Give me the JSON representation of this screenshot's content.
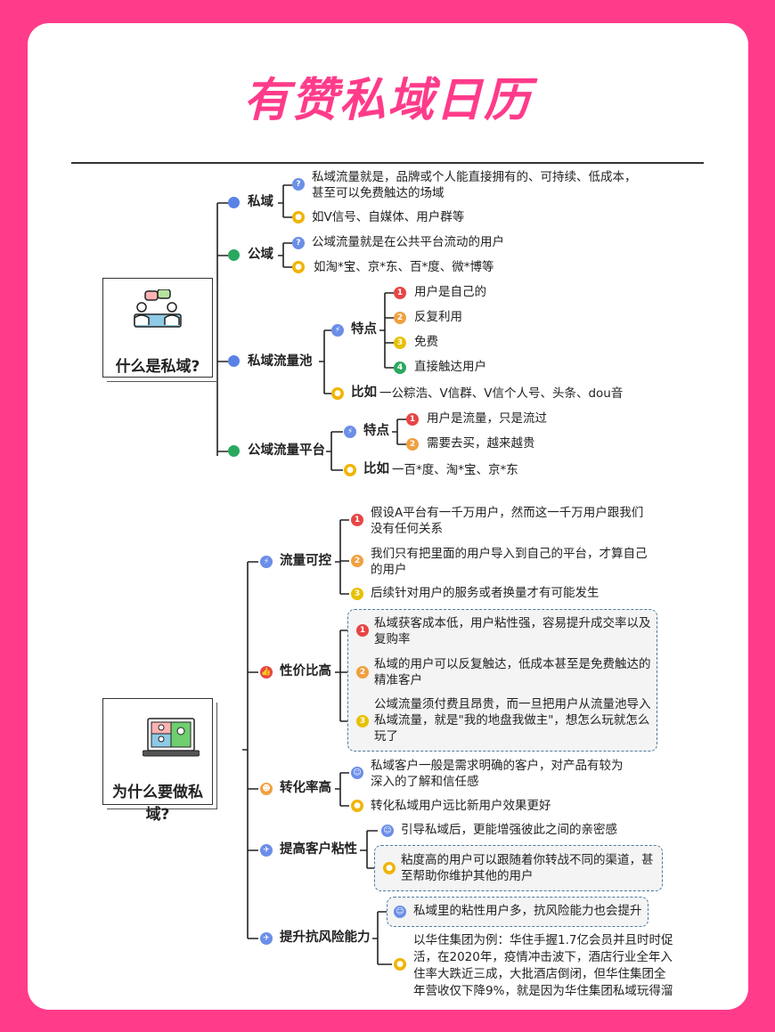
{
  "title": "有赞私域日历",
  "part1": {
    "root": "什么是私域?",
    "siyu": {
      "label": "私域",
      "def_line1": "私域流量就是，品牌或个人能直接拥有的、可持续、低成本，",
      "def_line2": "甚至可以免费触达的场域",
      "example": "如V信号、自媒体、用户群等"
    },
    "gongyu": {
      "label": "公域",
      "def": "公域流量就是在公共平台流动的用户",
      "example": "如淘*宝、京*东、百*度、微*博等"
    },
    "pool": {
      "label": "私域流量池",
      "feature_label": "特点",
      "features": [
        "用户是自己的",
        "反复利用",
        "免费",
        "直接触达用户"
      ],
      "compare_label": "比如",
      "compare": "一公粽浩、V信群、V信个人号、头条、dou音"
    },
    "platform": {
      "label": "公域流量平台",
      "feature_label": "特点",
      "features": [
        "用户是流量，只是流过",
        "需要去买，越来越贵"
      ],
      "compare_label": "比如",
      "compare": "一百*度、淘*宝、京*东"
    }
  },
  "part2": {
    "root": "为什么要做私域?",
    "control": {
      "label": "流量可控",
      "i1_l1": "假设A平台有一千万用户，然而这一千万用户跟我们",
      "i1_l2": "没有任何关系",
      "i2_l1": "我们只有把里面的用户导入到自己的平台，才算自己",
      "i2_l2": "的用户",
      "i3": "后续针对用户的服务或者换量才有可能发生"
    },
    "value": {
      "label": "性价比高",
      "i1_l1": "私域获客成本低，用户粘性强，容易提升成交率以及",
      "i1_l2": "复购率",
      "i2_l1": "私域的用户可以反复触达，低成本甚至是免费触达的",
      "i2_l2": "精准客户",
      "i3_l1": "公域流量须付费且昂贵，而一旦把用户从流量池导入",
      "i3_l2": "私域流量，就是\"我的地盘我做主\"，想怎么玩就怎么",
      "i3_l3": "玩了"
    },
    "conversion": {
      "label": "转化率高",
      "i1_l1": "私域客户一般是需求明确的客户，对产品有较为",
      "i1_l2": "深入的了解和信任感",
      "i2": "转化私域用户远比新用户效果更好"
    },
    "sticky": {
      "label": "提高客户粘性",
      "i1": "引导私域后，更能增强彼此之间的亲密感",
      "i2_l1": "粘度高的用户可以跟随着你转战不同的渠道，甚",
      "i2_l2": "至帮助你维护其他的用户"
    },
    "risk": {
      "label": "提升抗风险能力",
      "i1": "私域里的粘性用户多，抗风险能力也会提升",
      "i2_l1": "以华住集团为例：华住手握1.7亿会员并且时时促",
      "i2_l2": "活，在2020年，疫情冲击波下，酒店行业全年入",
      "i2_l3": "住率大跌近三成，大批酒店倒闭，但华住集团全",
      "i2_l4": "年营收仅下降9%，就是因为华住集团私域玩得溜"
    }
  },
  "colors": {
    "background": "#ff3b8a",
    "title": "#ff3b8a",
    "line": "#222222"
  }
}
